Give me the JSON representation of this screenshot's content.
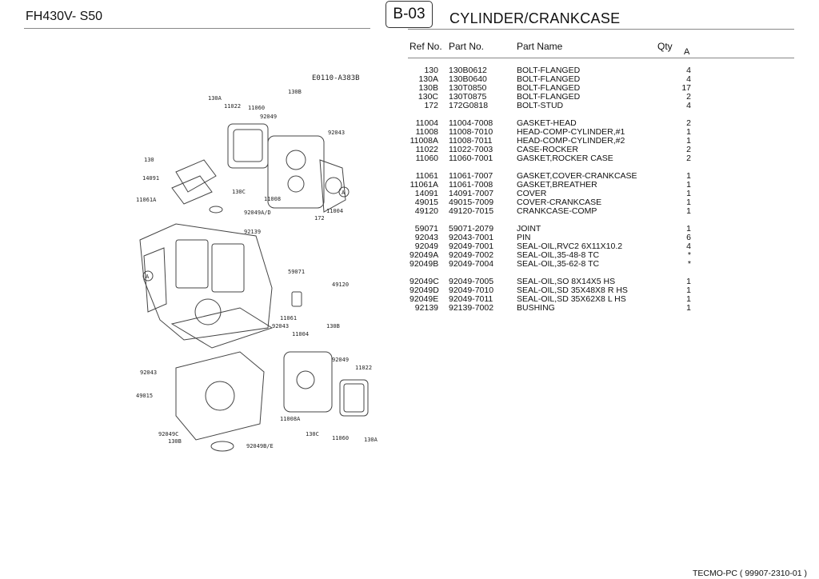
{
  "header": {
    "model": "FH430V- S50",
    "section": "B-03",
    "title": "CYLINDER/CRANKCASE"
  },
  "diagram": {
    "code": "E0110-A383B",
    "callout": "A",
    "labels": [
      "130A",
      "11022",
      "11060",
      "130B",
      "92049",
      "92043",
      "130",
      "14091",
      "11061A",
      "130C",
      "11008",
      "11004",
      "172",
      "92049A/D",
      "92139",
      "59071",
      "49120",
      "11061",
      "92043",
      "11004",
      "130B",
      "92049",
      "11022",
      "92043",
      "49015",
      "11008A",
      "92049C",
      "130B",
      "130C",
      "11060",
      "130A",
      "92049B/E"
    ]
  },
  "table": {
    "columns": {
      "ref": "Ref No.",
      "part": "Part No.",
      "name": "Part Name",
      "qty": "Qty",
      "qty_sub": "A"
    },
    "groups": [
      [
        {
          "ref": "130",
          "part": "130B0612",
          "name": "BOLT-FLANGED",
          "qty": "4"
        },
        {
          "ref": "130A",
          "part": "130B0640",
          "name": "BOLT-FLANGED",
          "qty": "4"
        },
        {
          "ref": "130B",
          "part": "130T0850",
          "name": "BOLT-FLANGED",
          "qty": "17"
        },
        {
          "ref": "130C",
          "part": "130T0875",
          "name": "BOLT-FLANGED",
          "qty": "2"
        },
        {
          "ref": "172",
          "part": "172G0818",
          "name": "BOLT-STUD",
          "qty": "4"
        }
      ],
      [
        {
          "ref": "11004",
          "part": "11004-7008",
          "name": "GASKET-HEAD",
          "qty": "2"
        },
        {
          "ref": "11008",
          "part": "11008-7010",
          "name": "HEAD-COMP-CYLINDER,#1",
          "qty": "1"
        },
        {
          "ref": "11008A",
          "part": "11008-7011",
          "name": "HEAD-COMP-CYLINDER,#2",
          "qty": "1"
        },
        {
          "ref": "11022",
          "part": "11022-7003",
          "name": "CASE-ROCKER",
          "qty": "2"
        },
        {
          "ref": "11060",
          "part": "11060-7001",
          "name": "GASKET,ROCKER CASE",
          "qty": "2"
        }
      ],
      [
        {
          "ref": "11061",
          "part": "11061-7007",
          "name": "GASKET,COVER-CRANKCASE",
          "qty": "1"
        },
        {
          "ref": "11061A",
          "part": "11061-7008",
          "name": "GASKET,BREATHER",
          "qty": "1"
        },
        {
          "ref": "14091",
          "part": "14091-7007",
          "name": "COVER",
          "qty": "1"
        },
        {
          "ref": "49015",
          "part": "49015-7009",
          "name": "COVER-CRANKCASE",
          "qty": "1"
        },
        {
          "ref": "49120",
          "part": "49120-7015",
          "name": "CRANKCASE-COMP",
          "qty": "1"
        }
      ],
      [
        {
          "ref": "59071",
          "part": "59071-2079",
          "name": "JOINT",
          "qty": "1"
        },
        {
          "ref": "92043",
          "part": "92043-7001",
          "name": "PIN",
          "qty": "6"
        },
        {
          "ref": "92049",
          "part": "92049-7001",
          "name": "SEAL-OIL,RVC2 6X11X10.2",
          "qty": "4"
        },
        {
          "ref": "92049A",
          "part": "92049-7002",
          "name": "SEAL-OIL,35-48-8 TC",
          "qty": "*"
        },
        {
          "ref": "92049B",
          "part": "92049-7004",
          "name": "SEAL-OIL,35-62-8 TC",
          "qty": "*"
        }
      ],
      [
        {
          "ref": "92049C",
          "part": "92049-7005",
          "name": "SEAL-OIL,SO 8X14X5 HS",
          "qty": "1"
        },
        {
          "ref": "92049D",
          "part": "92049-7010",
          "name": "SEAL-OIL,SD 35X48X8 R HS",
          "qty": "1"
        },
        {
          "ref": "92049E",
          "part": "92049-7011",
          "name": "SEAL-OIL,SD 35X62X8 L HS",
          "qty": "1"
        },
        {
          "ref": "92139",
          "part": "92139-7002",
          "name": "BUSHING",
          "qty": "1"
        }
      ]
    ]
  },
  "footer": {
    "text": "TECMO-PC ( 99907-2310-01 )"
  }
}
